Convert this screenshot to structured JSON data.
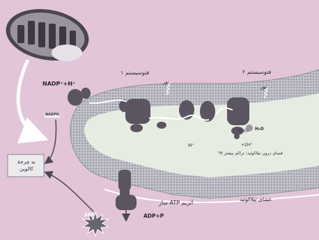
{
  "labels": {
    "nadp": "NADP⁺+H⁺",
    "nadph": "NADPH",
    "photosystem1": "فتوسیستم ۱",
    "photosystem2": "فتوسیستم ۲",
    "light1": "نور",
    "light2": "نور",
    "h2o": "H₂O",
    "half_o2": "½ O₂",
    "two_h": "+2H⁺",
    "h_lumen": "H⁺",
    "lumen_space": "فضای درون تیلاکوئید: تراکم بیشتر H⁺",
    "calvin_cycle": "به چرخهٔ کالوین",
    "atp_synthase": "آنزیم ATP ساز",
    "adp_p": "ADP+P",
    "atp": "ATP",
    "thylakoid_membrane": "غشای تیلاکوئید"
  },
  "colors": {
    "background": "#e2c5d8",
    "membrane_outer": "#bcbcc4",
    "membrane_inner": "#b0b0b9",
    "lumen": "#e7ece3",
    "protein": "#5a5560",
    "arrow": "#4b4652"
  }
}
